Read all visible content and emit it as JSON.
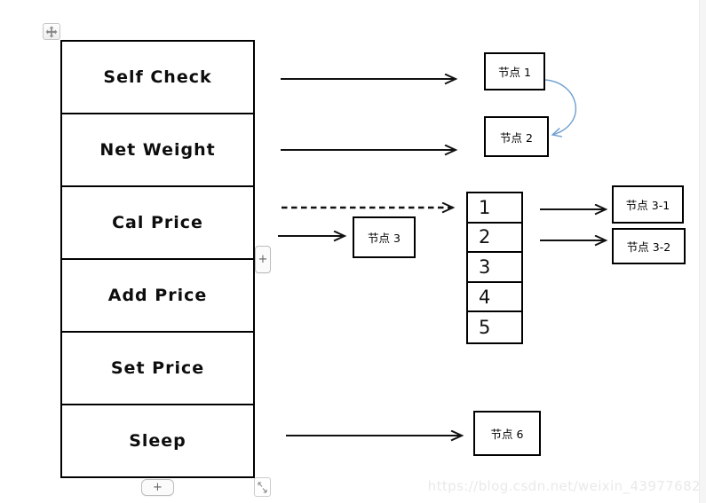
{
  "flow_table": {
    "rows": [
      {
        "label": "Self Check"
      },
      {
        "label": "Net Weight"
      },
      {
        "label": "Cal Price"
      },
      {
        "label": "Add Price"
      },
      {
        "label": "Set Price"
      },
      {
        "label": "Sleep"
      }
    ]
  },
  "nodes": {
    "node1": {
      "label": "节点 1"
    },
    "node2": {
      "label": "节点 2"
    },
    "node3": {
      "label": "节点 3"
    },
    "node3_1": {
      "label": "节点 3-1"
    },
    "node3_2": {
      "label": "节点 3-2"
    },
    "node6": {
      "label": "节点 6"
    }
  },
  "list_box": {
    "items": [
      "1",
      "2",
      "3",
      "4",
      "5"
    ]
  },
  "controls": {
    "move_handle_icon": "move-cross-icon",
    "side_add_button": "+",
    "bottom_add_button": "+",
    "resize_handle_icon": "diagonal-resize-icon"
  },
  "colors": {
    "shape_border": "#000000",
    "arrow": "#111111",
    "curve_arrow": "#6f9fd0",
    "watermark_text": "#e9e9e9"
  },
  "watermark": "https://blog.csdn.net/weixin_43977682"
}
